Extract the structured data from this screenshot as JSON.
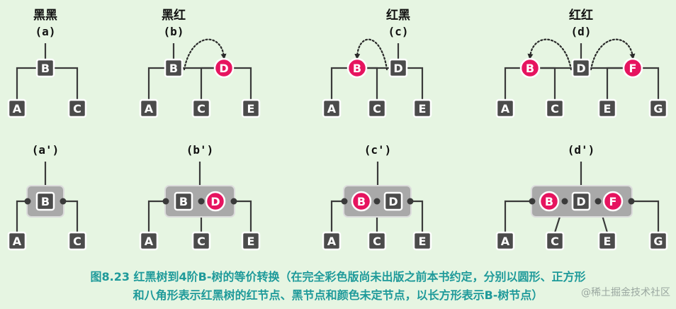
{
  "headers": [
    {
      "title": "黑黑",
      "label": "(a)"
    },
    {
      "title": "黑红",
      "label": "(b)"
    },
    {
      "title": "红黑",
      "label": "(c)"
    },
    {
      "title": "红红",
      "label": "(d)"
    }
  ],
  "bottom_labels": [
    "(a')",
    "(b')",
    "(c')",
    "(d')"
  ],
  "colors": {
    "black_node": "#4b4b4b",
    "red_node": "#e6145f",
    "group_box": "#a9a9a9",
    "caption": "#1e9a9a",
    "background": "#e6f5e2"
  },
  "caption": {
    "line1": "图8.23 红黑树到4阶B-树的等价转换（在完全彩色版尚未出版之前本书约定，分别以圆形、正方形",
    "line2": "和八角形表示红黑树的红节点、黑节点和颜色未定节点，以长方形表示B-树节点）"
  },
  "watermark": "@稀土掘金技术社区"
}
